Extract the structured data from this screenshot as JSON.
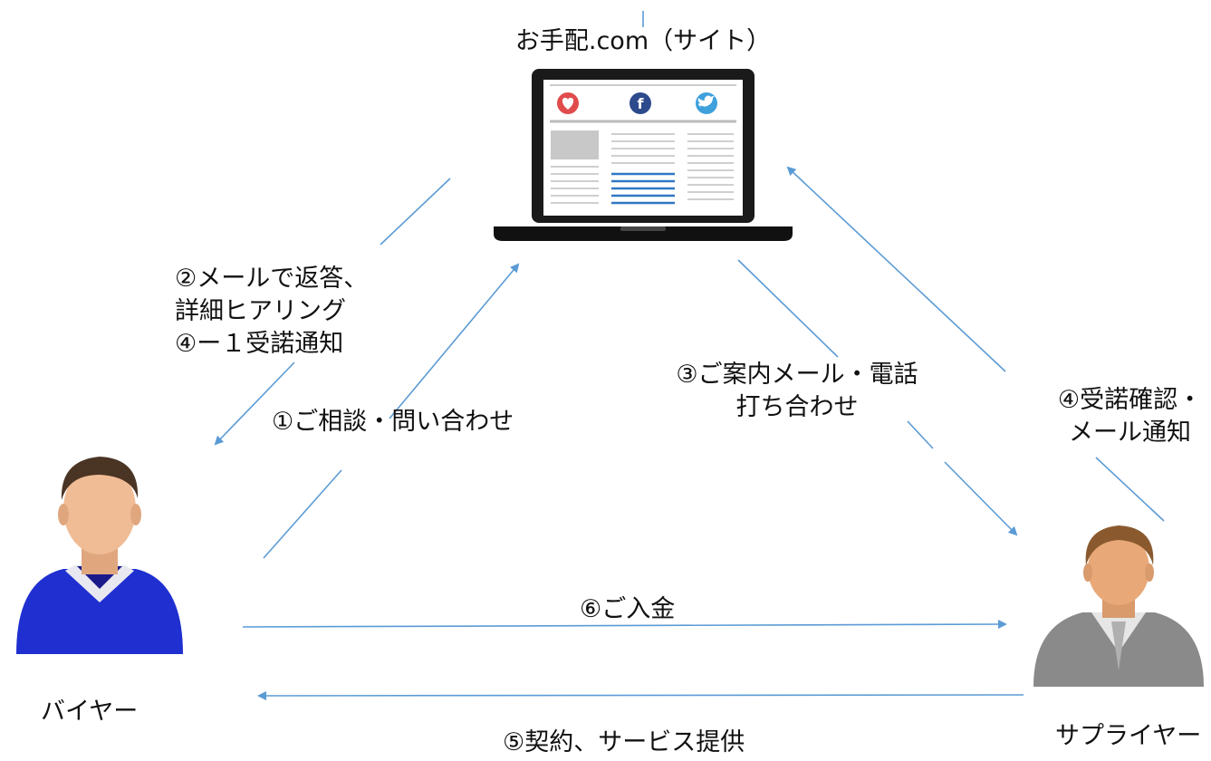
{
  "site_title": "お手配.com（サイト）",
  "buyer_label": "バイヤー",
  "supplier_label": "サプライヤー",
  "steps": {
    "step1": "①ご相談・問い合わせ",
    "step2_line1": "②メールで返答、",
    "step2_line2": "詳細ヒアリング",
    "step2_line3": "④ー１受諾通知",
    "step3_line1": "③ご案内メール・電話",
    "step3_line2": "打ち合わせ",
    "step4_line1": "④受諾確認・",
    "step4_line2": "メール通知",
    "step5": "⑤契約、サービス提供",
    "step6": "⑥ご入金"
  },
  "colors": {
    "arrow": "#5b9bd5",
    "buyer_shirt": "#1f2fd0",
    "supplier_suit": "#8a8a8a",
    "laptop": "#1a1a1a"
  },
  "icons": [
    "heart-icon",
    "facebook-icon",
    "twitter-icon"
  ]
}
